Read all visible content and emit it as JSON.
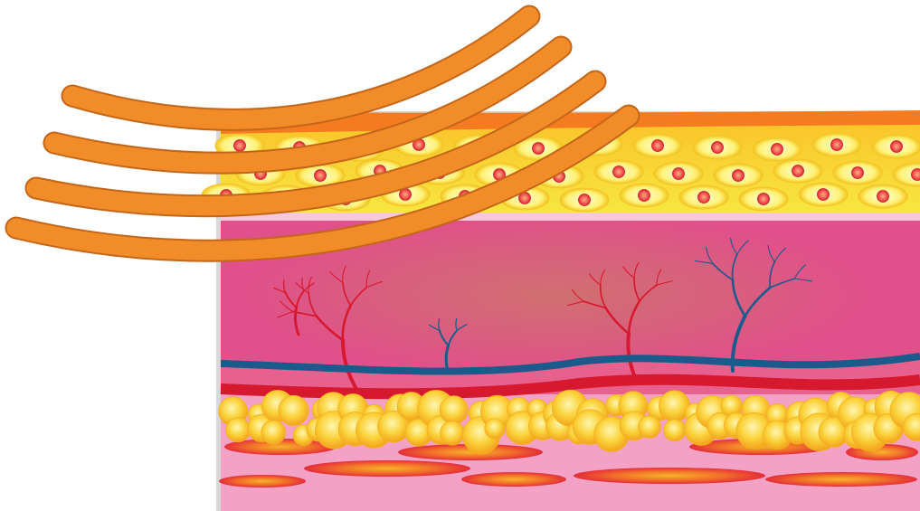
{
  "diagram": {
    "layers": [
      {
        "id": "epidermis-surface",
        "color": "#f47b20"
      },
      {
        "id": "epidermis-cells",
        "color": "#f7e23a"
      },
      {
        "id": "dermis",
        "color": "#e0508a"
      },
      {
        "id": "dermal-vessel-band",
        "color": "#e8608e"
      },
      {
        "id": "hypodermis",
        "color": "#f3a2c6"
      }
    ],
    "colors": {
      "hair": "#f28c28",
      "hair_outline": "#c4661a",
      "cell_body": "#fff27a",
      "cell_nucleus": "#e8283a",
      "artery": "#d7192f",
      "vein": "#1b5b8c",
      "fat_globule": "#f7d21c",
      "fat_pocket": "#e8402a",
      "backing": "#d8d8d8"
    },
    "icons": [
      "hair-strand",
      "skin-cell",
      "artery-branch",
      "vein-branch",
      "fat-globule"
    ],
    "counts": {
      "hair_strands": 4,
      "artery_branches": 3,
      "vein_branches": 2
    }
  }
}
